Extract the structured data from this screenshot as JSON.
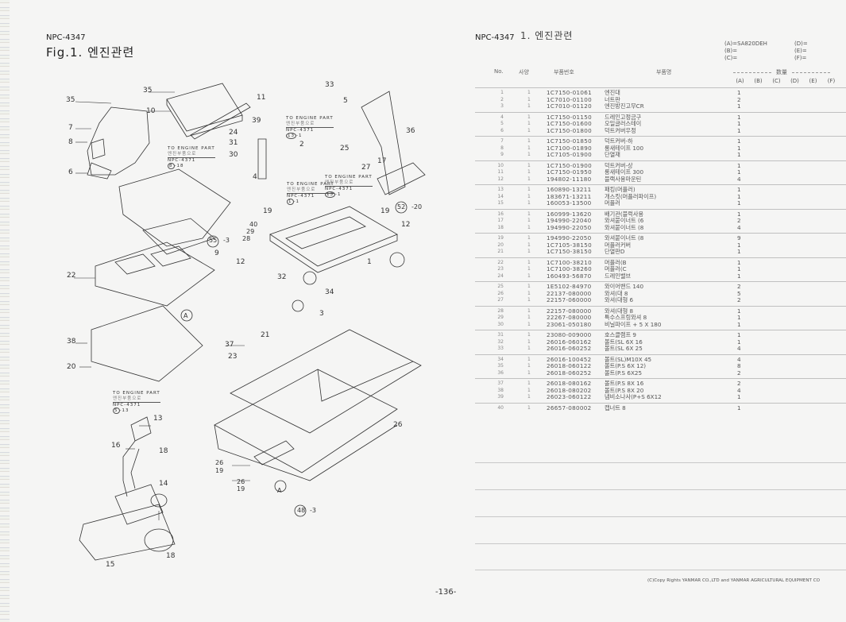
{
  "left_page": {
    "code": "NPC-4347",
    "figure_title": "Fig.1.   엔진관련",
    "callouts": [
      "35",
      "35",
      "10",
      "11",
      "33",
      "5",
      "7",
      "8",
      "6",
      "39",
      "24",
      "31",
      "30",
      "36",
      "25",
      "27",
      "17",
      "2",
      "4",
      "19",
      "19",
      "40",
      "29",
      "28",
      "12",
      "12",
      "1",
      "52",
      "-20",
      "55",
      "-3",
      "9",
      "22",
      "32",
      "34",
      "3",
      "21",
      "A",
      "38",
      "37",
      "20",
      "23",
      "13",
      "16",
      "18",
      "14",
      "15",
      "18",
      "26",
      "19",
      "26",
      "19",
      "A",
      "48",
      "-3",
      "26"
    ],
    "references": [
      {
        "text": "TO ENGINE PART",
        "sub": "엔진부품으로",
        "code": "NPC-4371",
        "ref": "8",
        "ref_suffix": "-18"
      },
      {
        "text": "TO ENGINE PART",
        "sub": "엔진부품으로",
        "code": "NPC-4371",
        "ref": "13",
        "ref_suffix": "-1"
      },
      {
        "text": "TO ENGINE PART",
        "sub": "엔진부품으로",
        "code": "NPC-4371",
        "ref": "1",
        "ref_suffix": "-1"
      },
      {
        "text": "TO ENGINE PART",
        "sub": "엔진부품으로",
        "code": "NPC-4371",
        "ref": "13",
        "ref_suffix": "-1"
      },
      {
        "text": "TO ENGINE PART",
        "sub": "엔진부품으로",
        "code": "NPC-4371",
        "ref": "5",
        "ref_suffix": "-13"
      }
    ]
  },
  "right_page": {
    "code": "NPC-4347",
    "section_title": "1.   엔진관련",
    "models": {
      "A": "(A)=SA820DEH",
      "B": "(B)=",
      "C": "(C)=",
      "D": "(D)=",
      "E": "(E)=",
      "F": "(F)="
    },
    "headers": {
      "no": "No.",
      "spec": "사양",
      "part_no": "부품번호",
      "part_name": "부품명",
      "qty": "数量"
    },
    "qty_columns": [
      "(A)",
      "(B)",
      "(C)",
      "(D)",
      "(E)",
      "(F)"
    ],
    "groups": [
      [
        {
          "no": "1",
          "spec": "1",
          "part_no": "1C7150-01061",
          "name": "엔진대",
          "qty": "1"
        },
        {
          "no": "2",
          "spec": "1",
          "part_no": "1C7010-01100",
          "name": "너트판",
          "qty": "2"
        },
        {
          "no": "3",
          "spec": "1",
          "part_no": "1C7010-01120",
          "name": "엔진방진고무CR",
          "qty": "1"
        }
      ],
      [
        {
          "no": "4",
          "spec": "1",
          "part_no": "1C7150-01150",
          "name": "드레인고정금구",
          "qty": "1"
        },
        {
          "no": "5",
          "spec": "1",
          "part_no": "1C7150-01600",
          "name": "오일글러스테이",
          "qty": "1"
        },
        {
          "no": "6",
          "spec": "1",
          "part_no": "1C7150-01800",
          "name": "덕트커버우정",
          "qty": "1"
        }
      ],
      [
        {
          "no": "7",
          "spec": "1",
          "part_no": "1C7150-01850",
          "name": "덕트커버-하",
          "qty": "1"
        },
        {
          "no": "8",
          "spec": "1",
          "part_no": "1C7100-01890",
          "name": "롱새테이프 100",
          "qty": "1"
        },
        {
          "no": "9",
          "spec": "1",
          "part_no": "1C7105-01900",
          "name": "단열재",
          "qty": "1"
        }
      ],
      [
        {
          "no": "10",
          "spec": "1",
          "part_no": "1C7150-01900",
          "name": "덕트커버-상",
          "qty": "1"
        },
        {
          "no": "11",
          "spec": "1",
          "part_no": "1C7150-01950",
          "name": "롱새테이프 300",
          "qty": "1"
        },
        {
          "no": "12",
          "spec": "1",
          "part_no": "194802-11180",
          "name": "블랙사용마운틴",
          "qty": "4"
        }
      ],
      [
        {
          "no": "13",
          "spec": "1",
          "part_no": "160890-13211",
          "name": "패킹(머플러)",
          "qty": "1"
        },
        {
          "no": "14",
          "spec": "1",
          "part_no": "183671-13211",
          "name": "개스킷(머플러파이프)",
          "qty": "1"
        },
        {
          "no": "15",
          "spec": "1",
          "part_no": "160053-13500",
          "name": "머플러",
          "qty": "1"
        }
      ],
      [
        {
          "no": "16",
          "spec": "1",
          "part_no": "160999-13620",
          "name": "배기관(블럭사용",
          "qty": "1"
        },
        {
          "no": "17",
          "spec": "1",
          "part_no": "194990-22040",
          "name": "와셔붙이너트 (6",
          "qty": "2"
        },
        {
          "no": "18",
          "spec": "1",
          "part_no": "194990-22050",
          "name": "와셔붙이너트 (8",
          "qty": "4"
        }
      ],
      [
        {
          "no": "19",
          "spec": "1",
          "part_no": "194990-22050",
          "name": "와셔붙이너트 (8",
          "qty": "9"
        },
        {
          "no": "20",
          "spec": "1",
          "part_no": "1C7105-38150",
          "name": "머플러커버",
          "qty": "1"
        },
        {
          "no": "21",
          "spec": "1",
          "part_no": "1C7150-38150",
          "name": "단열판D",
          "qty": "1"
        }
      ],
      [
        {
          "no": "22",
          "spec": "1",
          "part_no": "1C7100-38210",
          "name": "머플러(B",
          "qty": "1"
        },
        {
          "no": "23",
          "spec": "1",
          "part_no": "1C7100-38260",
          "name": "머플러(C",
          "qty": "1"
        },
        {
          "no": "24",
          "spec": "1",
          "part_no": "160493-56870",
          "name": "드레인밸브",
          "qty": "1"
        }
      ],
      [
        {
          "no": "25",
          "spec": "1",
          "part_no": "1E5102-84970",
          "name": "와이어밴드 140",
          "qty": "2"
        },
        {
          "no": "26",
          "spec": "1",
          "part_no": "22137-080000",
          "name": "와셔(대 8",
          "qty": "5"
        },
        {
          "no": "27",
          "spec": "1",
          "part_no": "22157-060000",
          "name": "와셔(대형 6",
          "qty": "2"
        }
      ],
      [
        {
          "no": "28",
          "spec": "1",
          "part_no": "22157-080000",
          "name": "와셔(대형  8",
          "qty": "1"
        },
        {
          "no": "29",
          "spec": "1",
          "part_no": "22267-080000",
          "name": "특수스프링와셔  8",
          "qty": "1"
        },
        {
          "no": "30",
          "spec": "1",
          "part_no": "23061-050180",
          "name": "비닐파이프 +  5 X 180",
          "qty": "1"
        }
      ],
      [
        {
          "no": "31",
          "spec": "1",
          "part_no": "23080-009000",
          "name": "호스클램프  9",
          "qty": "1"
        },
        {
          "no": "32",
          "spec": "1",
          "part_no": "26016-060162",
          "name": "볼트(SL  6X 16",
          "qty": "1"
        },
        {
          "no": "33",
          "spec": "1",
          "part_no": "26016-060252",
          "name": "볼트(SL  6X 25",
          "qty": "4"
        }
      ],
      [
        {
          "no": "34",
          "spec": "1",
          "part_no": "26016-100452",
          "name": "볼트(SL)M10X 45",
          "qty": "4"
        },
        {
          "no": "35",
          "spec": "1",
          "part_no": "26018-060122",
          "name": "볼트(P.S 6X 12)",
          "qty": "8"
        },
        {
          "no": "36",
          "spec": "1",
          "part_no": "26018-060252",
          "name": "볼트(P.S 6X25",
          "qty": "2"
        }
      ],
      [
        {
          "no": "37",
          "spec": "1",
          "part_no": "26018-080162",
          "name": "볼트(P.S  8X 16",
          "qty": "2"
        },
        {
          "no": "38",
          "spec": "1",
          "part_no": "26018-080202",
          "name": "볼트(P.S  8X 20",
          "qty": "4"
        },
        {
          "no": "39",
          "spec": "1",
          "part_no": "26023-060122",
          "name": "냄비소나사(P+S 6X12",
          "qty": "1"
        }
      ],
      [
        {
          "no": "40",
          "spec": "1",
          "part_no": "26657-080002",
          "name": "캡너트  8",
          "qty": "1"
        }
      ]
    ],
    "copyright": "(C)Copy Rights  YANMAR CO.,LTD and YANMAR AGRICULTURAL EQUIPMENT CO"
  },
  "page_number": "-136-"
}
